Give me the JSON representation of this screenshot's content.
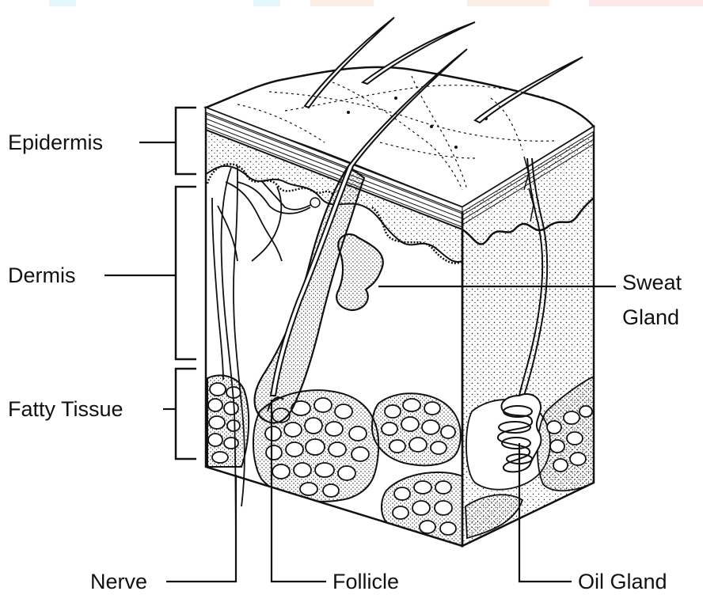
{
  "labels": {
    "epidermis": "Epidermis",
    "dermis": "Dermis",
    "fatty_tissue": "Fatty Tissue",
    "sweat_gland": [
      "Sweat",
      "Gland"
    ],
    "nerve": "Nerve",
    "follicle": "Follicle",
    "oil_gland": "Oil Gland"
  },
  "colors": {
    "ink": "#111111",
    "top_strip_cyan": "#e4f8fb",
    "top_strip_peach": "#fdeee4",
    "top_strip_pink": "#fde6e8"
  }
}
